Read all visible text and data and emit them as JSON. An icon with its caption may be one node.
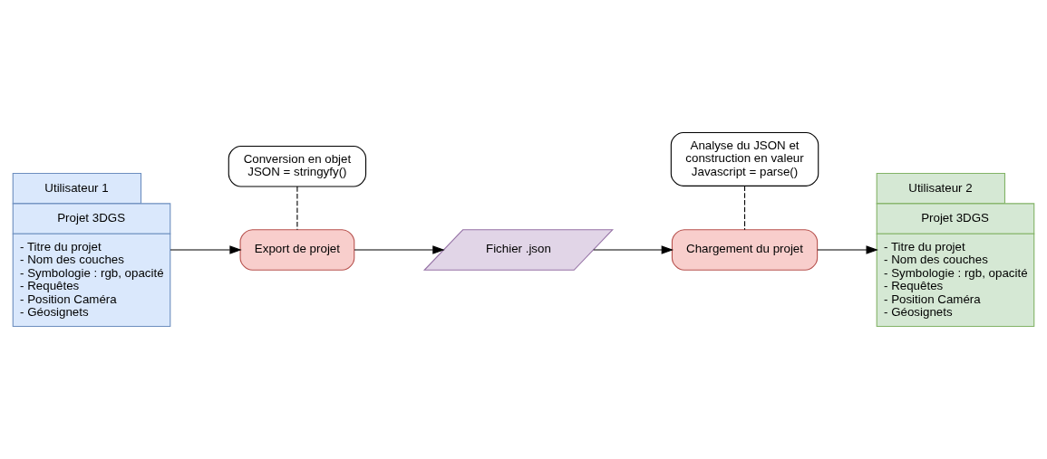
{
  "diagram": {
    "nodes": [
      {
        "text": [
          "Utilisateur 1",
          "Projet 3DGS",
          "- Titre du projet",
          "- Nom des couches",
          "- Symbologie : rgb, opacité",
          "- Requêtes",
          "- Position Caméra",
          "- Géosignets"
        ]
      },
      {
        "text": [
          "Conversion en objet JSON = stringyfy()"
        ]
      },
      {
        "text": [
          "Export de projet"
        ]
      },
      {
        "text": [
          "Fichier .json"
        ]
      },
      {
        "text": [
          "Analyse du JSON et construction en valeur Javascript = parse()"
        ]
      },
      {
        "text": [
          "Chargement du projet"
        ]
      },
      {
        "text": [
          "Utilisateur 2",
          "Projet 3DGS",
          "- Titre du projet",
          "- Nom des couches",
          "- Symbologie : rgb, opacité",
          "- Requêtes",
          "- Position Caméra",
          "- Géosignets"
        ]
      }
    ],
    "edges": [
      {
        "from": 0,
        "to": 2,
        "arrow": "to"
      },
      {
        "from": 1,
        "to": 2,
        "arrow": "none",
        "style": "dashed"
      },
      {
        "from": 2,
        "to": 3,
        "arrow": "to"
      },
      {
        "from": 3,
        "to": 5,
        "arrow": "to"
      },
      {
        "from": 4,
        "to": 5,
        "arrow": "none",
        "style": "dashed"
      },
      {
        "from": 5,
        "to": 6,
        "arrow": "to"
      }
    ]
  }
}
